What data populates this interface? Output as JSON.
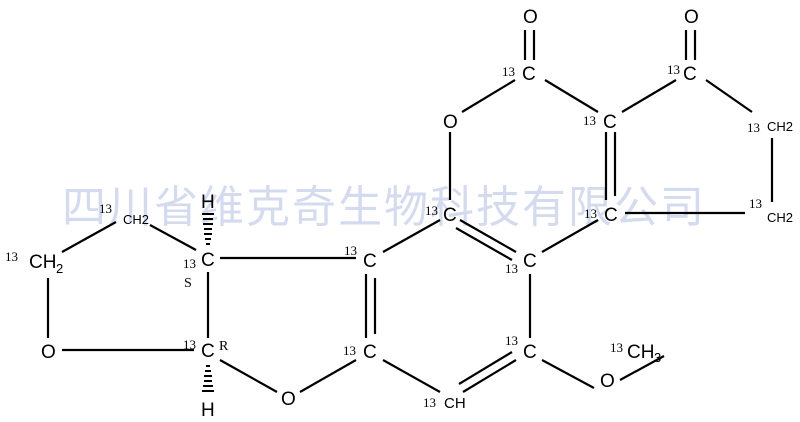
{
  "watermark": {
    "text": "四川省维克奇生物科技有限公司",
    "color": "#c8d0ea"
  },
  "molecule": {
    "description": "13C-labeled aflatoxin B1 structure",
    "isotope_label": "13",
    "atoms": {
      "o_carbonyl_lactone": "O",
      "c_carbonyl_lactone": "C",
      "o_ring_lactone": "O",
      "c_lactone_right": "C",
      "o_ketone": "O",
      "c_ketone": "C",
      "ch2_upper_right": "CH2",
      "ch2_lower_right": "CH2",
      "c_junction_right": "C",
      "c_upper_left_ring": "C",
      "c_center_ring": "C",
      "c_left_ring": "C",
      "c_lower_left_ring": "C",
      "c_methoxy_carbon": "C",
      "ch_bottom": "CH",
      "o_furan": "O",
      "c_R": "C",
      "c_S": "C",
      "h_top": "H",
      "h_bottom": "H",
      "ch2_furan_upper": "CH2",
      "ch2_furan_left": "CH",
      "ch2_furan_left_sub": "2",
      "o_furan_left": "O",
      "o_methoxy": "O",
      "ch3_methoxy": "CH",
      "ch3_sub": "3"
    },
    "stereo": {
      "s_label": "S",
      "r_label": "R"
    }
  }
}
